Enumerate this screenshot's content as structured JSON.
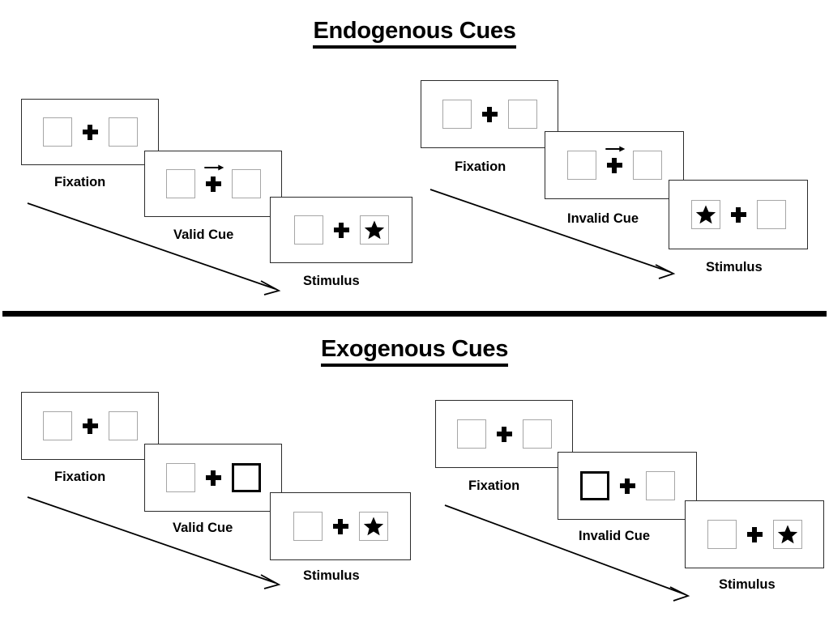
{
  "sections": [
    {
      "id": "endogenous",
      "title": "Endogenous Cues",
      "groups": [
        {
          "id": "endogenous-valid",
          "caption_cue": "Valid Cue",
          "panels": [
            {
              "name": "fixation",
              "caption": "Fixation",
              "left_box": "empty",
              "right_box": "empty",
              "cue": "none",
              "arrow_direction": ""
            },
            {
              "name": "cue",
              "caption": "Valid Cue",
              "left_box": "empty",
              "right_box": "empty",
              "cue": "arrow",
              "arrow_direction": "right"
            },
            {
              "name": "stimulus",
              "caption": "Stimulus",
              "left_box": "empty",
              "right_box": "star",
              "cue": "none",
              "arrow_direction": ""
            }
          ]
        },
        {
          "id": "endogenous-invalid",
          "caption_cue": "Invalid Cue",
          "panels": [
            {
              "name": "fixation",
              "caption": "Fixation",
              "left_box": "empty",
              "right_box": "empty",
              "cue": "none",
              "arrow_direction": ""
            },
            {
              "name": "cue",
              "caption": "Invalid Cue",
              "left_box": "empty",
              "right_box": "empty",
              "cue": "arrow",
              "arrow_direction": "right"
            },
            {
              "name": "stimulus",
              "caption": "Stimulus",
              "left_box": "star",
              "right_box": "empty",
              "cue": "none",
              "arrow_direction": ""
            }
          ]
        }
      ]
    },
    {
      "id": "exogenous",
      "title": "Exogenous Cues",
      "groups": [
        {
          "id": "exogenous-valid",
          "caption_cue": "Valid Cue",
          "panels": [
            {
              "name": "fixation",
              "caption": "Fixation",
              "left_box": "empty",
              "right_box": "empty",
              "cue": "none",
              "arrow_direction": ""
            },
            {
              "name": "cue",
              "caption": "Valid Cue",
              "left_box": "empty",
              "right_box": "cued",
              "cue": "highlight",
              "arrow_direction": ""
            },
            {
              "name": "stimulus",
              "caption": "Stimulus",
              "left_box": "empty",
              "right_box": "star",
              "cue": "none",
              "arrow_direction": ""
            }
          ]
        },
        {
          "id": "exogenous-invalid",
          "caption_cue": "Invalid Cue",
          "panels": [
            {
              "name": "fixation",
              "caption": "Fixation",
              "left_box": "empty",
              "right_box": "empty",
              "cue": "none",
              "arrow_direction": ""
            },
            {
              "name": "cue",
              "caption": "Invalid Cue",
              "left_box": "cued",
              "right_box": "empty",
              "cue": "highlight",
              "arrow_direction": ""
            },
            {
              "name": "stimulus",
              "caption": "Stimulus",
              "left_box": "empty",
              "right_box": "star",
              "cue": "none",
              "arrow_direction": ""
            }
          ]
        }
      ]
    }
  ],
  "labels": {
    "fixation": "Fixation",
    "valid_cue": "Valid Cue",
    "invalid_cue": "Invalid Cue",
    "stimulus": "Stimulus"
  },
  "colors": {
    "background": "#ffffff",
    "panel_border": "#2b2b2b",
    "placeholder_box_border": "#a6a6a6",
    "cued_box_border": "#000000",
    "ink": "#000000",
    "divider": "#000000"
  },
  "icons": {
    "fixation_cross": "plus-icon",
    "stimulus": "star-icon",
    "endogenous_cue": "arrow-right-icon",
    "time_flow": "diagonal-arrow-icon"
  }
}
